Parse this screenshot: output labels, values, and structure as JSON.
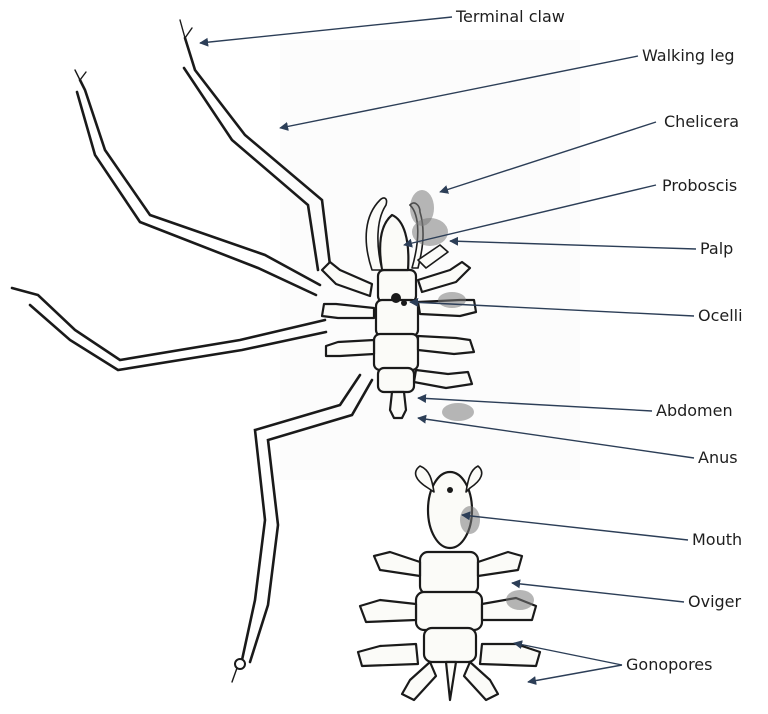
{
  "labels": {
    "terminal_claw": "Terminal claw",
    "walking_leg": "Walking leg",
    "chelicera": "Chelicera",
    "proboscis": "Proboscis",
    "palp": "Palp",
    "ocelli": "Ocelli",
    "abdomen": "Abdomen",
    "anus": "Anus",
    "mouth": "Mouth",
    "oviger": "Oviger",
    "gonopores": "Gonopores"
  }
}
